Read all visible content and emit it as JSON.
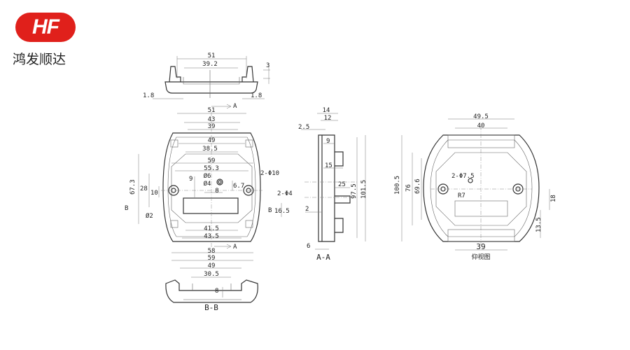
{
  "brand": {
    "logo_text": "HF",
    "name": "鸿发顺达",
    "color": "#e0201b"
  },
  "top_view": {
    "w51": "51",
    "w39_2": "39.2",
    "h3": "3",
    "l1_8": "1.8",
    "r1_8": "1.8",
    "section_mark": "A"
  },
  "front_view": {
    "w51": "51",
    "w43": "43",
    "w39": "39",
    "w49": "49",
    "w38_5": "38.5",
    "w59": "59",
    "w55_3": "55.3",
    "d6": "Ø6",
    "d4": "Ø4",
    "w8": "8",
    "h9": "9",
    "h6_7": "6.7",
    "h67_3": "67.3",
    "h28": "28",
    "h10": "10",
    "h16_5": "16.5",
    "holes10": "2-Φ10",
    "holes4": "2-Φ4",
    "d2": "Ø2",
    "b_left": "B",
    "b_right": "B",
    "w41_5": "41.5",
    "w43_5": "43.5",
    "section_mark": "A"
  },
  "section_bb": {
    "w58": "58",
    "w59": "59",
    "w49": "49",
    "w30_5": "30.5",
    "h8": "8",
    "label": "B-B"
  },
  "section_aa": {
    "w14": "14",
    "w12": "12",
    "w2_5": "2.5",
    "w9": "9",
    "w15": "15",
    "w25": "25",
    "h97_5": "97.5",
    "h101_5": "101.5",
    "w2": "2",
    "w6": "6",
    "label": "A-A"
  },
  "bottom_view": {
    "w49_5": "49.5",
    "w40": "40",
    "h100_5": "100.5",
    "h76": "76",
    "h69_6": "69.6",
    "holes7_5": "2-Φ7.5",
    "r7": "R7",
    "h18": "18",
    "h13_5": "13.5",
    "w39": "39",
    "label": "仰视图"
  }
}
